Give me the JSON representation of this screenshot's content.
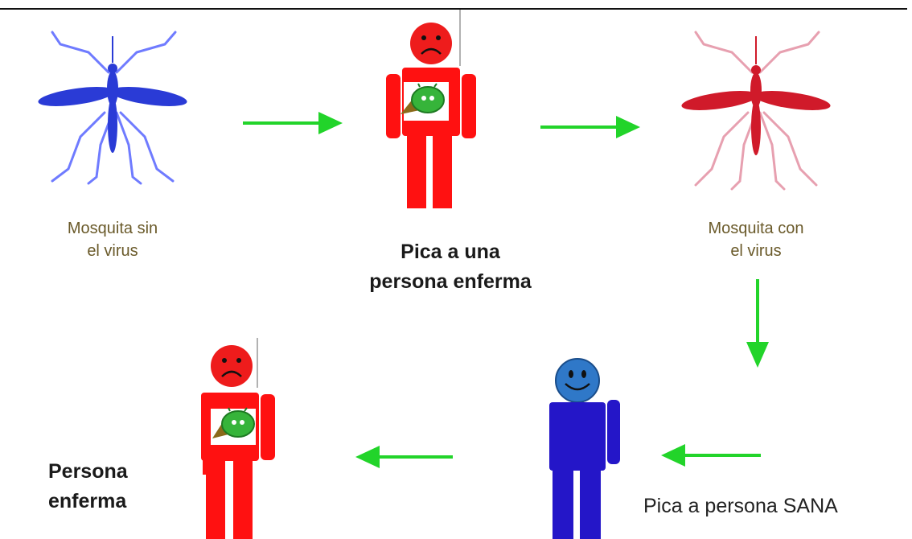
{
  "labels": {
    "mosquito_without_virus": "Mosquita sin\nel virus",
    "bites_sick_person": "Pica a una\npersona enferma",
    "mosquito_with_virus": "Mosquita con\nel virus",
    "bites_healthy_person": "Pica a persona SANA",
    "sick_person": "Persona\nenferma"
  },
  "colors": {
    "mosquito_clean": "#2a3bd6",
    "mosquito_infected": "#d01a2a",
    "sick_body": "#ff1111",
    "healthy_body": "#2416c8",
    "arrow": "#22d42a"
  },
  "icons": {
    "sad_face": "sad-face-icon",
    "happy_face": "smiley-face-icon",
    "virus": "virus-icon"
  }
}
